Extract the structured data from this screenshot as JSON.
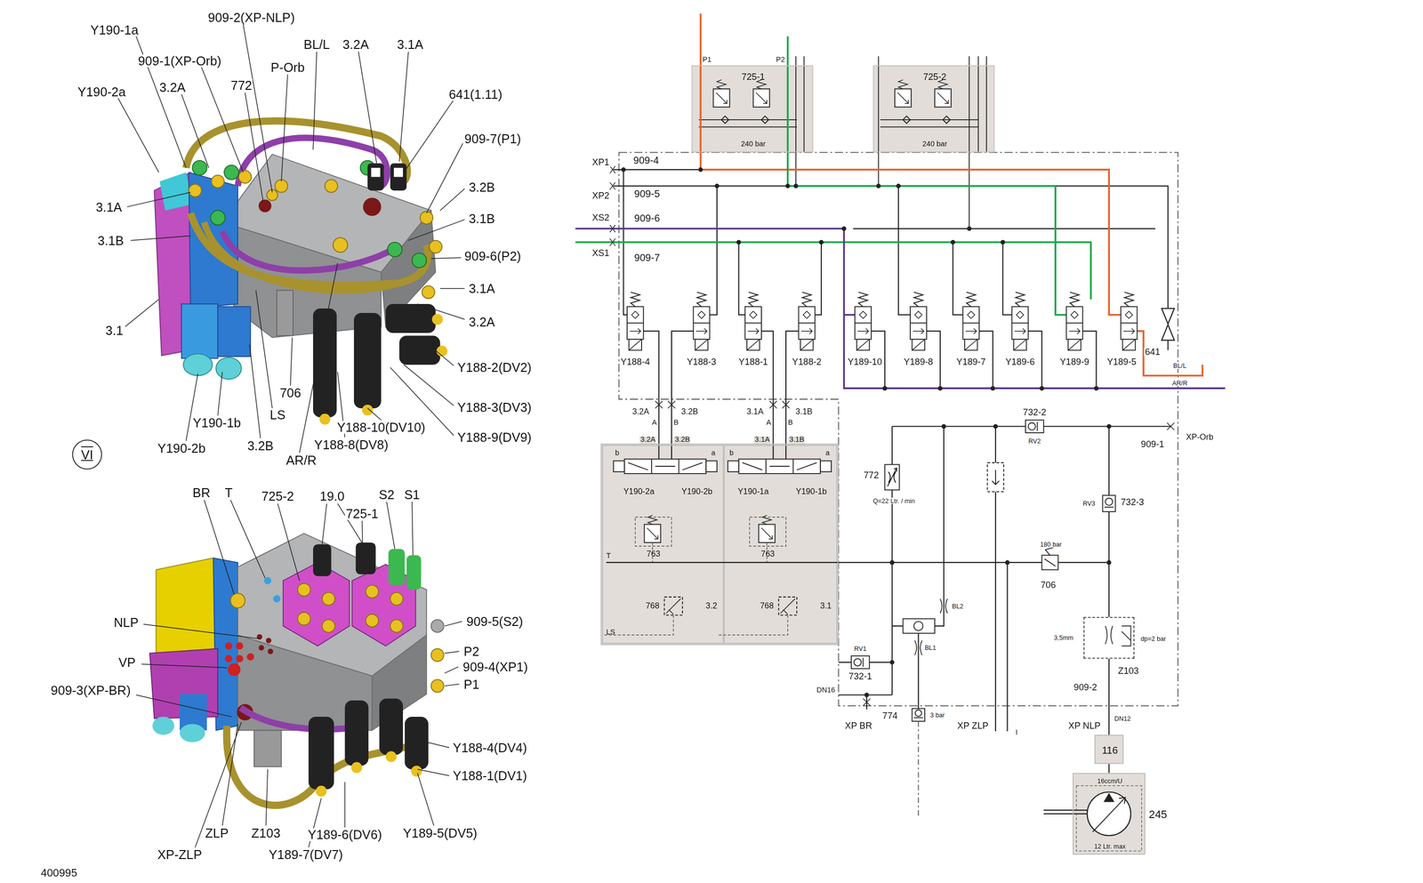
{
  "diagram": {
    "nodes": [
      {
        "text": [
          "VI"
        ]
      },
      {
        "text": [
          "725-1",
          "240 bar"
        ]
      },
      {
        "text": [
          "725-2",
          "240 bar"
        ]
      },
      {
        "text": [
          "T",
          "LS"
        ]
      },
      {
        "text": [
          "763",
          "768",
          "3.2"
        ],
        "in": 3
      },
      {
        "text": [
          "763",
          "768",
          "3.1"
        ],
        "in": 3
      },
      {
        "text": [
          "Z103"
        ]
      },
      {
        "text": [
          "116"
        ]
      },
      {
        "text": [
          "245",
          "16ccm/U",
          "12 Ltr. max"
        ]
      }
    ],
    "edges": [
      {
        "from": 6,
        "to": 7,
        "arrow": "none"
      },
      {
        "from": 7,
        "to": 8,
        "arrow": "none"
      }
    ],
    "labels": [
      "Y190-1a",
      "909-2(XP-NLP)",
      "909-1(XP-Orb)",
      "BL/L",
      "3.2A",
      "3.1A",
      "P-Orb",
      "Y190-2a",
      "3.2A",
      "772",
      "641(1.11)",
      "909-7(P1)",
      "3.2B",
      "3.1A",
      "3.1B",
      "3.1B",
      "909-6(P2)",
      "3.1A",
      "3.2A",
      "3.1",
      "Y188-2(DV2)",
      "706",
      "Y188-3(DV3)",
      "LS",
      "Y190-1b",
      "Y188-10(DV10)",
      "Y188-9(DV9)",
      "3.2B",
      "Y188-8(DV8)",
      "Y190-2b",
      "AR/R",
      "BR",
      "T",
      "725-2",
      "19.0",
      "S2",
      "S1",
      "725-1",
      "NLP",
      "909-5(S2)",
      "P2",
      "VP",
      "909-4(XP1)",
      "P1",
      "909-3(XP-BR)",
      "Y188-4(DV4)",
      "Y188-1(DV1)",
      "ZLP",
      "Z103",
      "Y189-6(DV6)",
      "Y189-5(DV5)",
      "XP-ZLP",
      "Y189-7(DV7)",
      "400995",
      "P1",
      "P2",
      "XP1",
      "909-4",
      "XP2",
      "909-5",
      "XS2",
      "909-6",
      "XS1",
      "909-7",
      "Y188-4",
      "Y188-3",
      "Y188-1",
      "Y188-2",
      "Y189-10",
      "Y189-8",
      "Y189-7",
      "Y189-6",
      "Y189-9",
      "Y189-5",
      "641",
      "BL/L",
      "AR/R",
      "3.2A",
      "3.2B",
      "3.1A",
      "3.1B",
      "A",
      "B",
      "A",
      "B",
      "3.2A",
      "3.2B",
      "3.1A",
      "3.1B",
      "b",
      "a",
      "b",
      "a",
      "Y190-2a",
      "Y190-2b",
      "Y190-1a",
      "Y190-1b",
      "732-2",
      "RV2",
      "909-1",
      "XP-Orb",
      "772",
      "Q=22 Ltr. / min",
      "RV3",
      "732-3",
      "180 bar",
      "706",
      "BL2",
      "3,5mm",
      "dp=2 bar",
      "RV1",
      "732-1",
      "BL1",
      "909-2",
      "DN12",
      "DN16",
      "774",
      "3 bar",
      "XP BR",
      "XP ZLP",
      "XP NLP",
      "I"
    ]
  }
}
